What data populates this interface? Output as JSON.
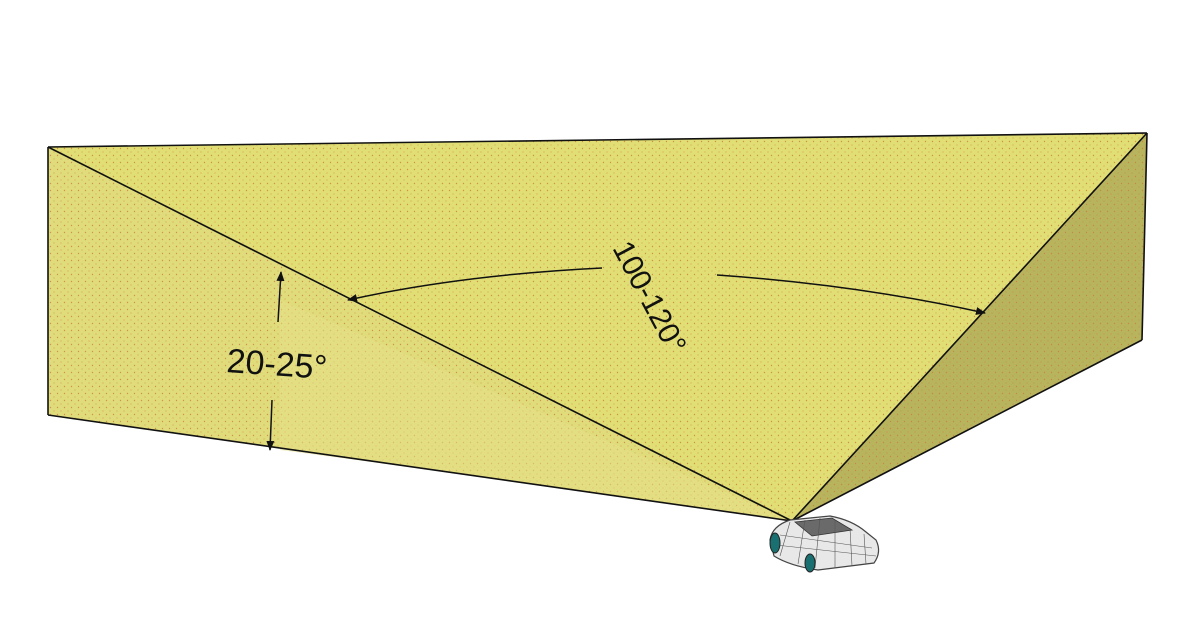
{
  "diagram": {
    "type": "field-of-view",
    "subject": "car",
    "labels": {
      "vertical_angle": "20-25°",
      "horizontal_angle": "100-120°"
    },
    "colors": {
      "top_face": "#e0de74",
      "left_face": "#e0dc7c",
      "near_face": "#e4df86",
      "right_face": "#b8b45e",
      "stroke": "#111111",
      "dots": "#c87c3c",
      "car_body": "#e8e8e8",
      "car_wire": "#444444",
      "wheel": "#1a7070"
    }
  }
}
